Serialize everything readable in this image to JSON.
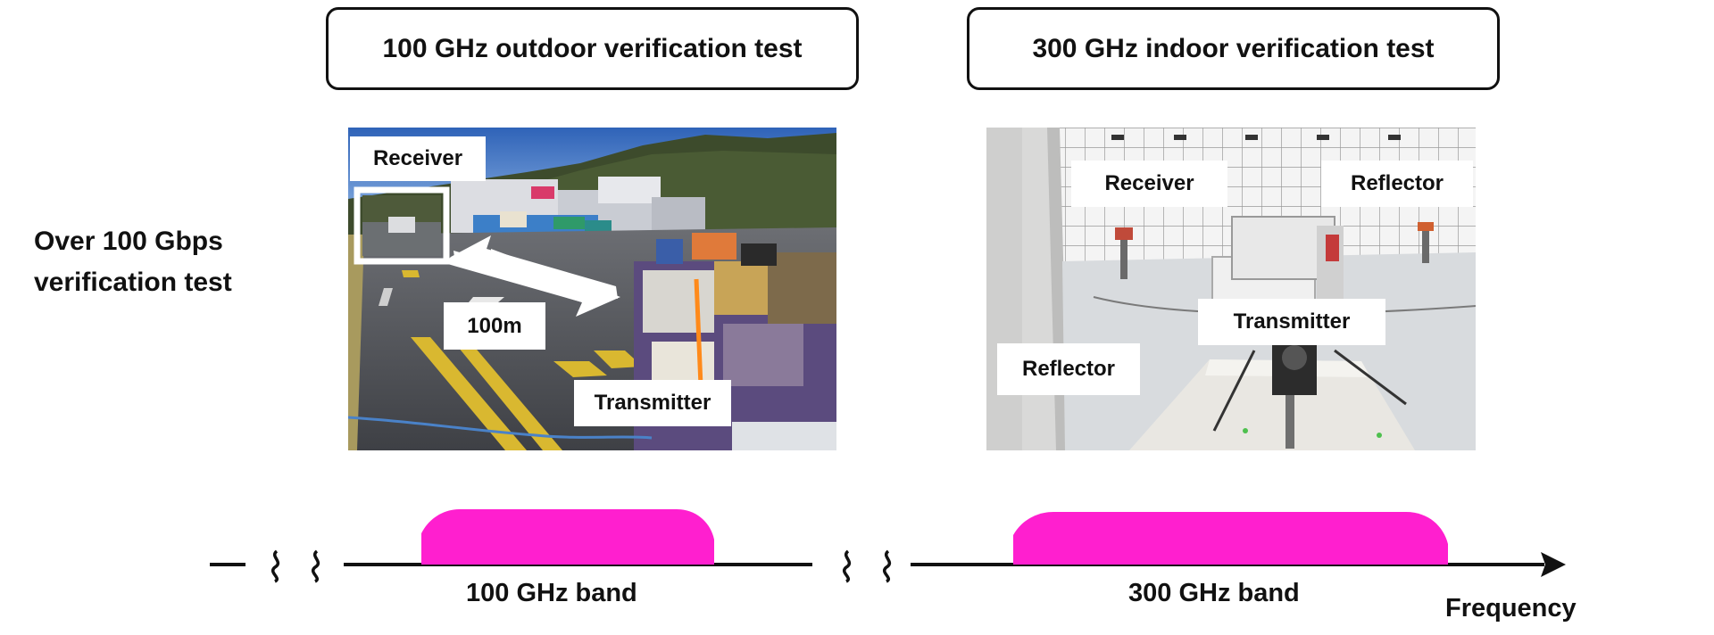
{
  "headers": {
    "left": "100 GHz outdoor verification test",
    "right": "300 GHz indoor verification test"
  },
  "side_label": {
    "line1": "Over 100 Gbps",
    "line2": "verification test"
  },
  "outdoor_photo": {
    "receiver": "Receiver",
    "distance": "100m",
    "transmitter": "Transmitter"
  },
  "indoor_photo": {
    "receiver": "Receiver",
    "reflector_top": "Reflector",
    "transmitter": "Transmitter",
    "reflector_left": "Reflector"
  },
  "bands": {
    "band_100": "100 GHz band",
    "band_300": "300 GHz band",
    "axis": "Frequency"
  },
  "colors": {
    "band_fill": "#ff1fcf",
    "line": "#111111"
  }
}
